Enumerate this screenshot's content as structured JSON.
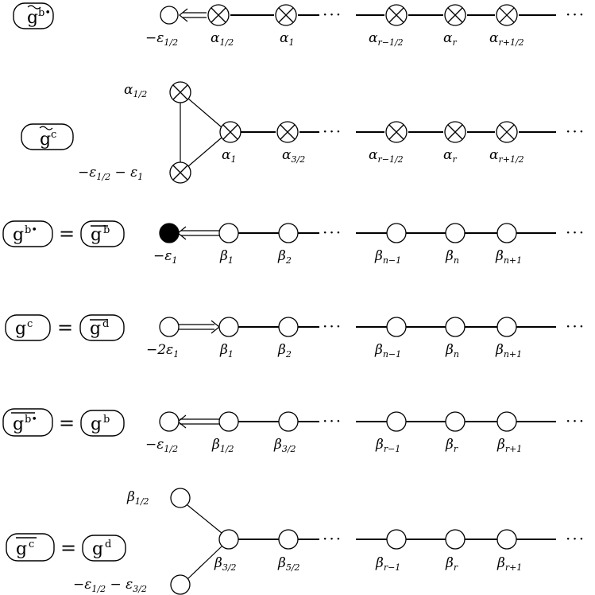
{
  "rows": [
    {
      "lhs": {
        "base": "g",
        "tilde": true,
        "overline": false,
        "sup": "b•"
      },
      "rhs": null,
      "labels": [
        {
          "main": "−ε",
          "sub": "1/2"
        },
        {
          "main": "α",
          "sub": "1/2"
        },
        {
          "main": "α",
          "sub": "1"
        },
        {
          "main": "α",
          "sub": "r−1/2"
        },
        {
          "main": "α",
          "sub": "r"
        },
        {
          "main": "α",
          "sub": "r+1/2"
        }
      ]
    },
    {
      "lhs": {
        "base": "g",
        "tilde": true,
        "overline": false,
        "sup": "c"
      },
      "rhs": null,
      "labels": [
        {
          "main": "α",
          "sub": "1/2"
        },
        {
          "main": "−ε",
          "sub": "1/2",
          "tail": " − ε",
          "tailsub": "1"
        },
        {
          "main": "α",
          "sub": "1"
        },
        {
          "main": "α",
          "sub": "3/2"
        },
        {
          "main": "α",
          "sub": "r−1/2"
        },
        {
          "main": "α",
          "sub": "r"
        },
        {
          "main": "α",
          "sub": "r+1/2"
        }
      ]
    },
    {
      "lhs": {
        "base": "g",
        "tilde": false,
        "overline": false,
        "sup": "b•"
      },
      "rhs": {
        "base": "g",
        "tilde": false,
        "overline": true,
        "sup": "b"
      },
      "labels": [
        {
          "main": "−ε",
          "sub": "1"
        },
        {
          "main": "β",
          "sub": "1"
        },
        {
          "main": "β",
          "sub": "2"
        },
        {
          "main": "β",
          "sub": "n−1"
        },
        {
          "main": "β",
          "sub": "n"
        },
        {
          "main": "β",
          "sub": "n+1"
        }
      ]
    },
    {
      "lhs": {
        "base": "g",
        "tilde": false,
        "overline": false,
        "sup": "c"
      },
      "rhs": {
        "base": "g",
        "tilde": false,
        "overline": true,
        "sup": "d"
      },
      "labels": [
        {
          "main": "−2ε",
          "sub": "1"
        },
        {
          "main": "β",
          "sub": "1"
        },
        {
          "main": "β",
          "sub": "2"
        },
        {
          "main": "β",
          "sub": "n−1"
        },
        {
          "main": "β",
          "sub": "n"
        },
        {
          "main": "β",
          "sub": "n+1"
        }
      ]
    },
    {
      "lhs": {
        "base": "g",
        "tilde": false,
        "overline": true,
        "sup": "b•"
      },
      "rhs": {
        "base": "g",
        "tilde": false,
        "overline": false,
        "sup": "b"
      },
      "labels": [
        {
          "main": "−ε",
          "sub": "1/2"
        },
        {
          "main": "β",
          "sub": "1/2"
        },
        {
          "main": "β",
          "sub": "3/2"
        },
        {
          "main": "β",
          "sub": "r−1"
        },
        {
          "main": "β",
          "sub": "r"
        },
        {
          "main": "β",
          "sub": "r+1"
        }
      ]
    },
    {
      "lhs": {
        "base": "g",
        "tilde": false,
        "overline": true,
        "sup": "c"
      },
      "rhs": {
        "base": "g",
        "tilde": false,
        "overline": false,
        "sup": "d"
      },
      "labels": [
        {
          "main": "β",
          "sub": "1/2"
        },
        {
          "main": "−ε",
          "sub": "1/2",
          "tail": " − ε",
          "tailsub": "3/2"
        },
        {
          "main": "β",
          "sub": "3/2"
        },
        {
          "main": "β",
          "sub": "5/2"
        },
        {
          "main": "β",
          "sub": "r−1"
        },
        {
          "main": "β",
          "sub": "r"
        },
        {
          "main": "β",
          "sub": "r+1"
        }
      ]
    }
  ],
  "symbols": {
    "equals": "=",
    "ellipsis": "···"
  }
}
